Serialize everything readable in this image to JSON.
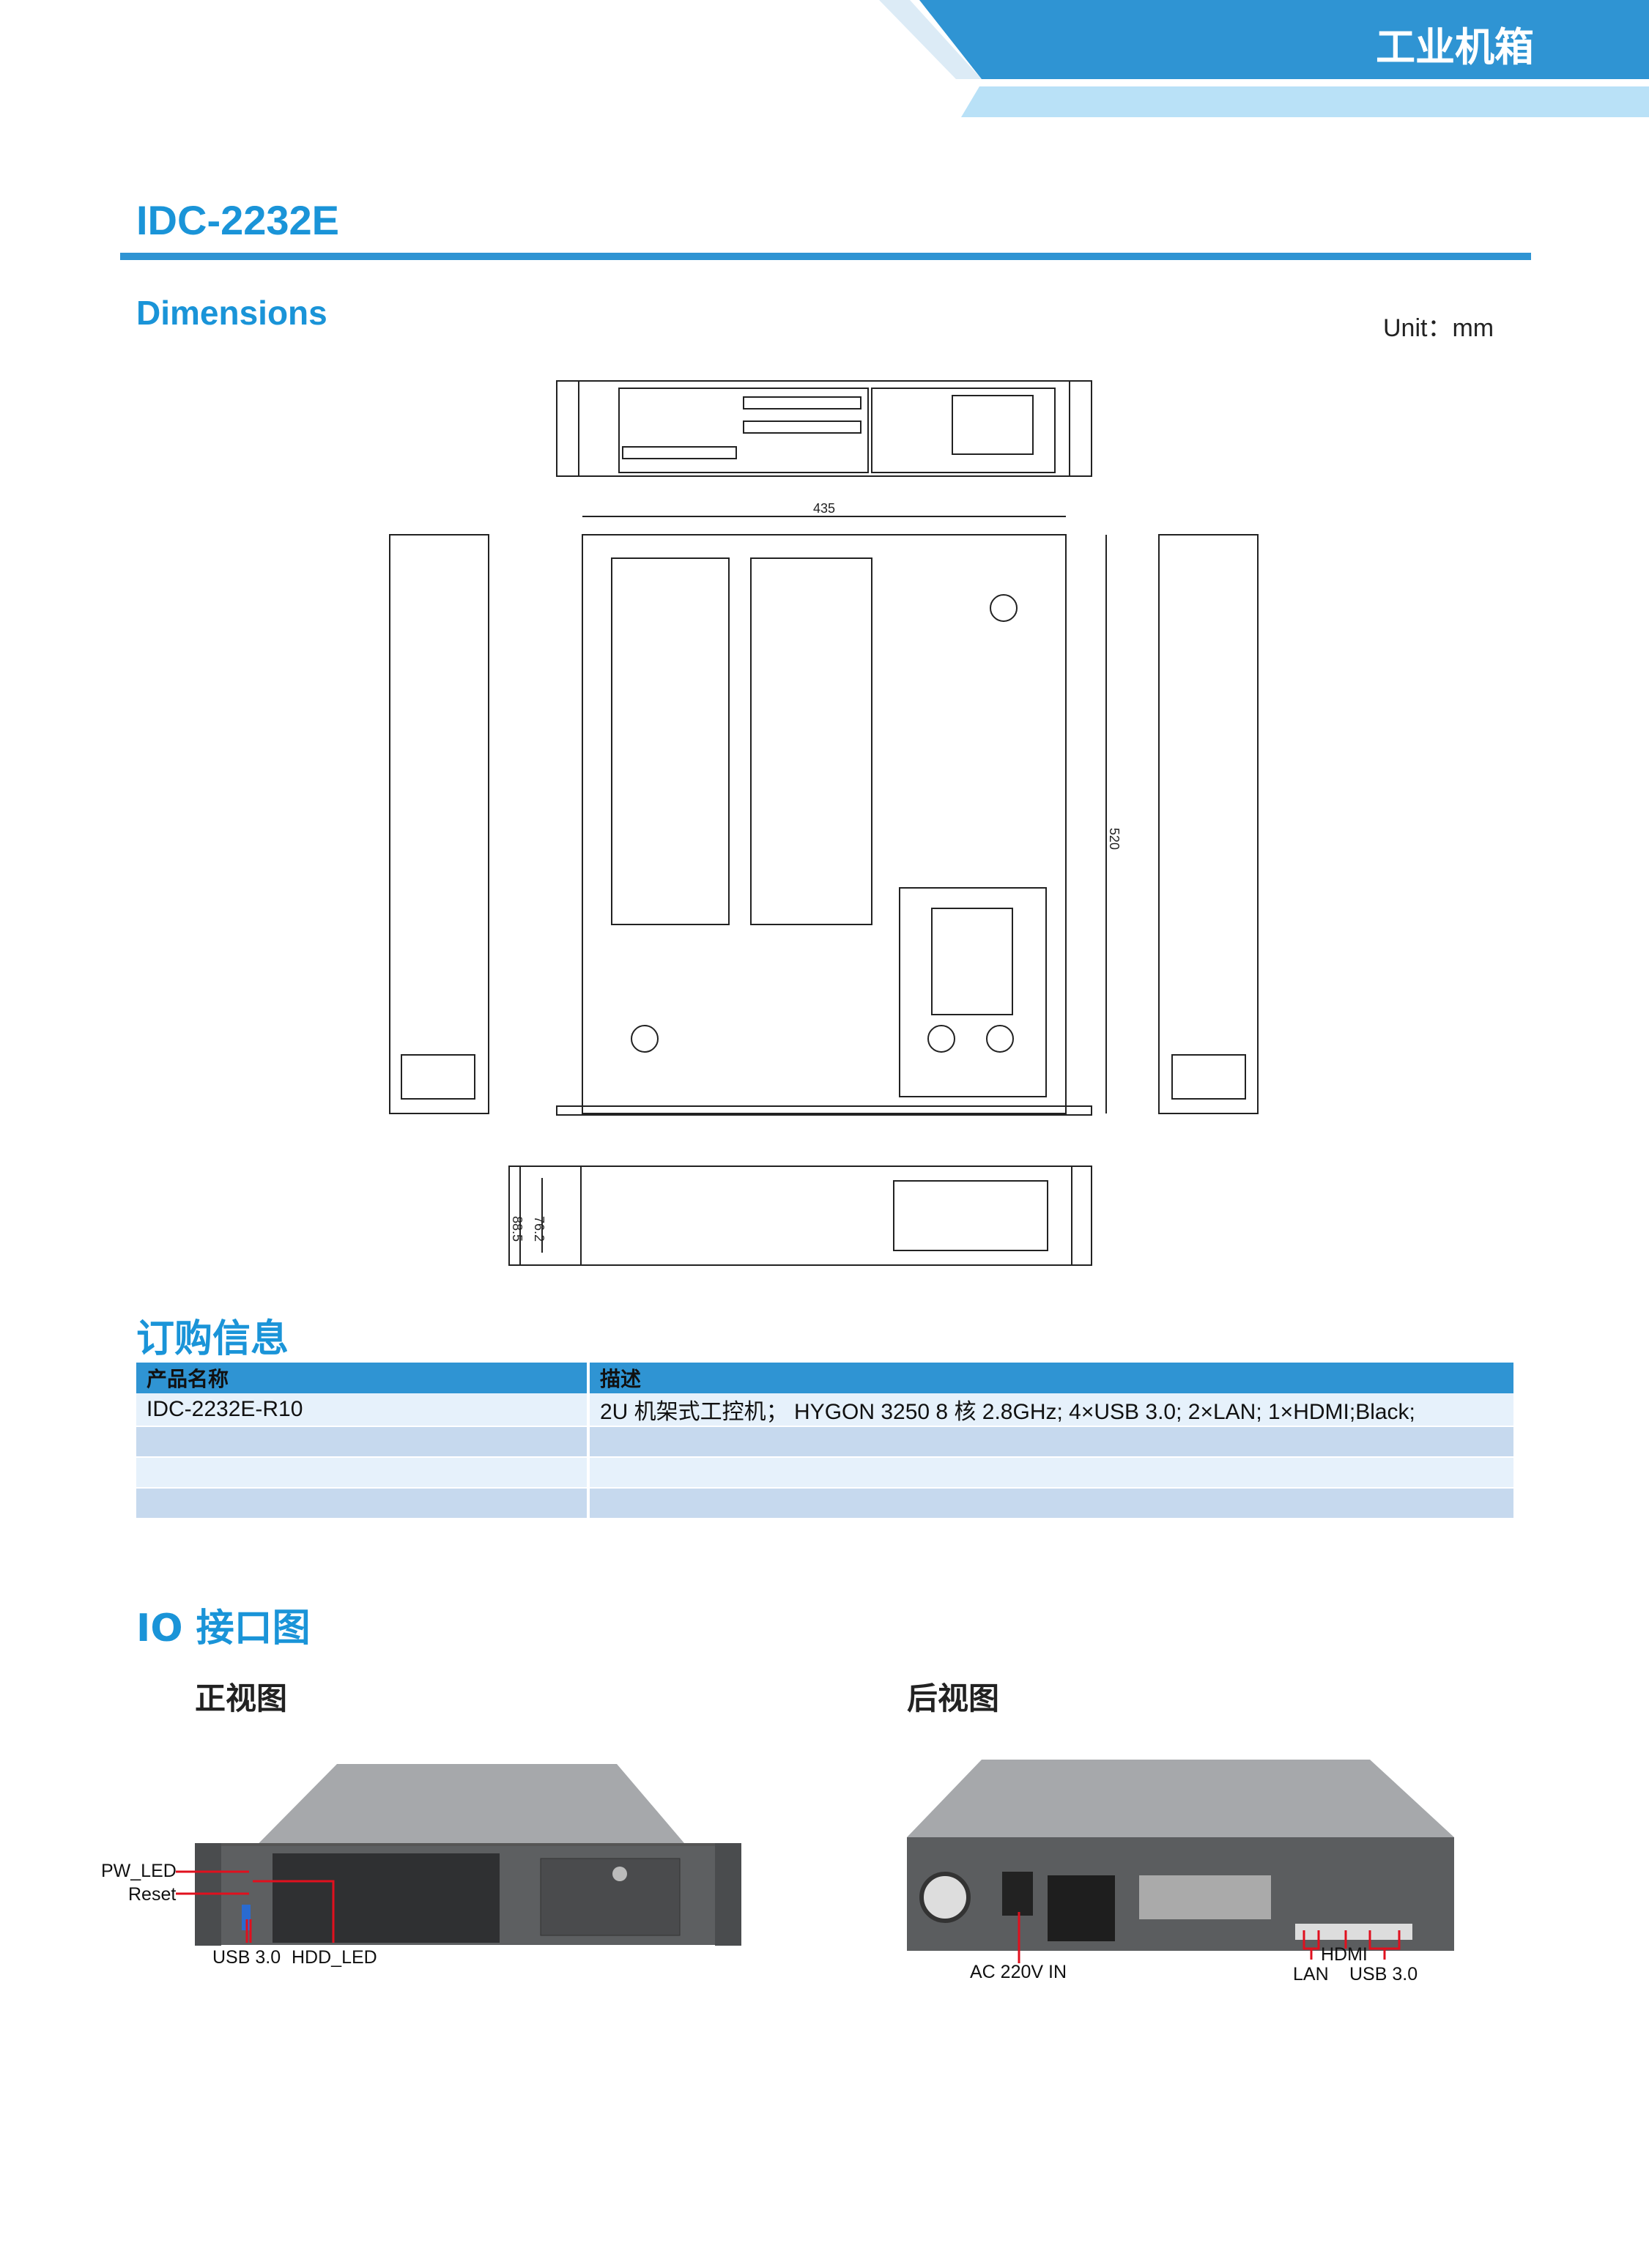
{
  "header": {
    "title": "工业机箱"
  },
  "model": "IDC-2232E",
  "dimensions": {
    "heading": "Dimensions",
    "unit": "Unit：mm",
    "labels": {
      "width": "435",
      "depth": "520",
      "height": "88.5",
      "inner_height": "76.2"
    }
  },
  "ordering": {
    "heading": "订购信息",
    "columns": [
      "产品名称",
      "描述"
    ],
    "rows": [
      [
        "IDC-2232E-R10",
        "2U 机架式工控机； HYGON 3250 8 核 2.8GHz; 4×USB 3.0; 2×LAN; 1×HDMI;Black;"
      ],
      [
        "",
        ""
      ],
      [
        "",
        ""
      ],
      [
        "",
        ""
      ]
    ]
  },
  "io": {
    "heading": "IO 接口图",
    "front": {
      "title": "正视图",
      "labels": {
        "pw_led": "PW_LED",
        "reset": "Reset",
        "usb": "USB 3.0",
        "hdd_led": "HDD_LED"
      }
    },
    "rear": {
      "title": "后视图",
      "labels": {
        "ac": "AC 220V IN",
        "hdmi": "HDMI",
        "lan": "LAN",
        "usb": "USB 3.0"
      }
    }
  },
  "colors": {
    "brand": "#2f94d3",
    "accent_text": "#1a94d8",
    "callout": "#e0101e"
  }
}
